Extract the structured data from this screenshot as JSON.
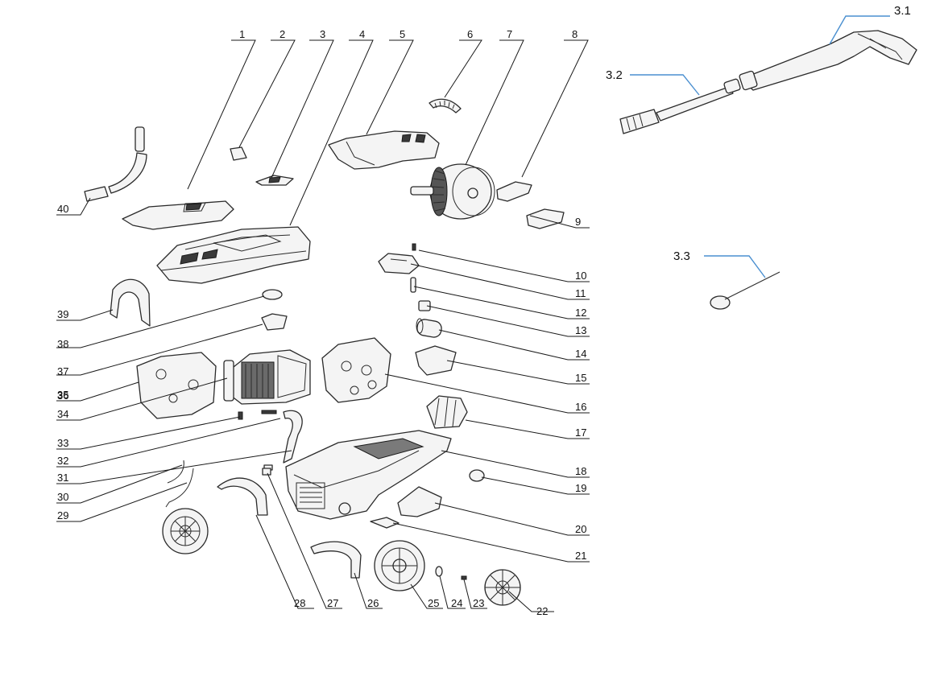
{
  "labels": {
    "l1": "1",
    "l2": "2",
    "l3": "3",
    "l4": "4",
    "l5": "5",
    "l6": "6",
    "l7": "7",
    "l8": "8",
    "l9": "9",
    "l10": "10",
    "l11": "11",
    "l12": "12",
    "l13": "13",
    "l14": "14",
    "l15": "15",
    "l16": "16",
    "l17": "17",
    "l18": "18",
    "l19": "19",
    "l20": "20",
    "l21": "21",
    "l22": "22",
    "l23": "23",
    "l24": "24",
    "l25": "25",
    "l26": "26",
    "l27": "27",
    "l28": "28",
    "l29": "29",
    "l30": "30",
    "l31": "31",
    "l32": "32",
    "l33": "33",
    "l34": "34",
    "l35": "35",
    "l36": "36",
    "l37": "37",
    "l38": "38",
    "l39": "39",
    "l40": "40",
    "l3_1": "3.1",
    "l3_2": "3.2",
    "l3_3": "3.3"
  },
  "colors": {
    "leader_accent": "#4a8fd0",
    "line": "#1a1a1a",
    "background": "#ffffff"
  }
}
